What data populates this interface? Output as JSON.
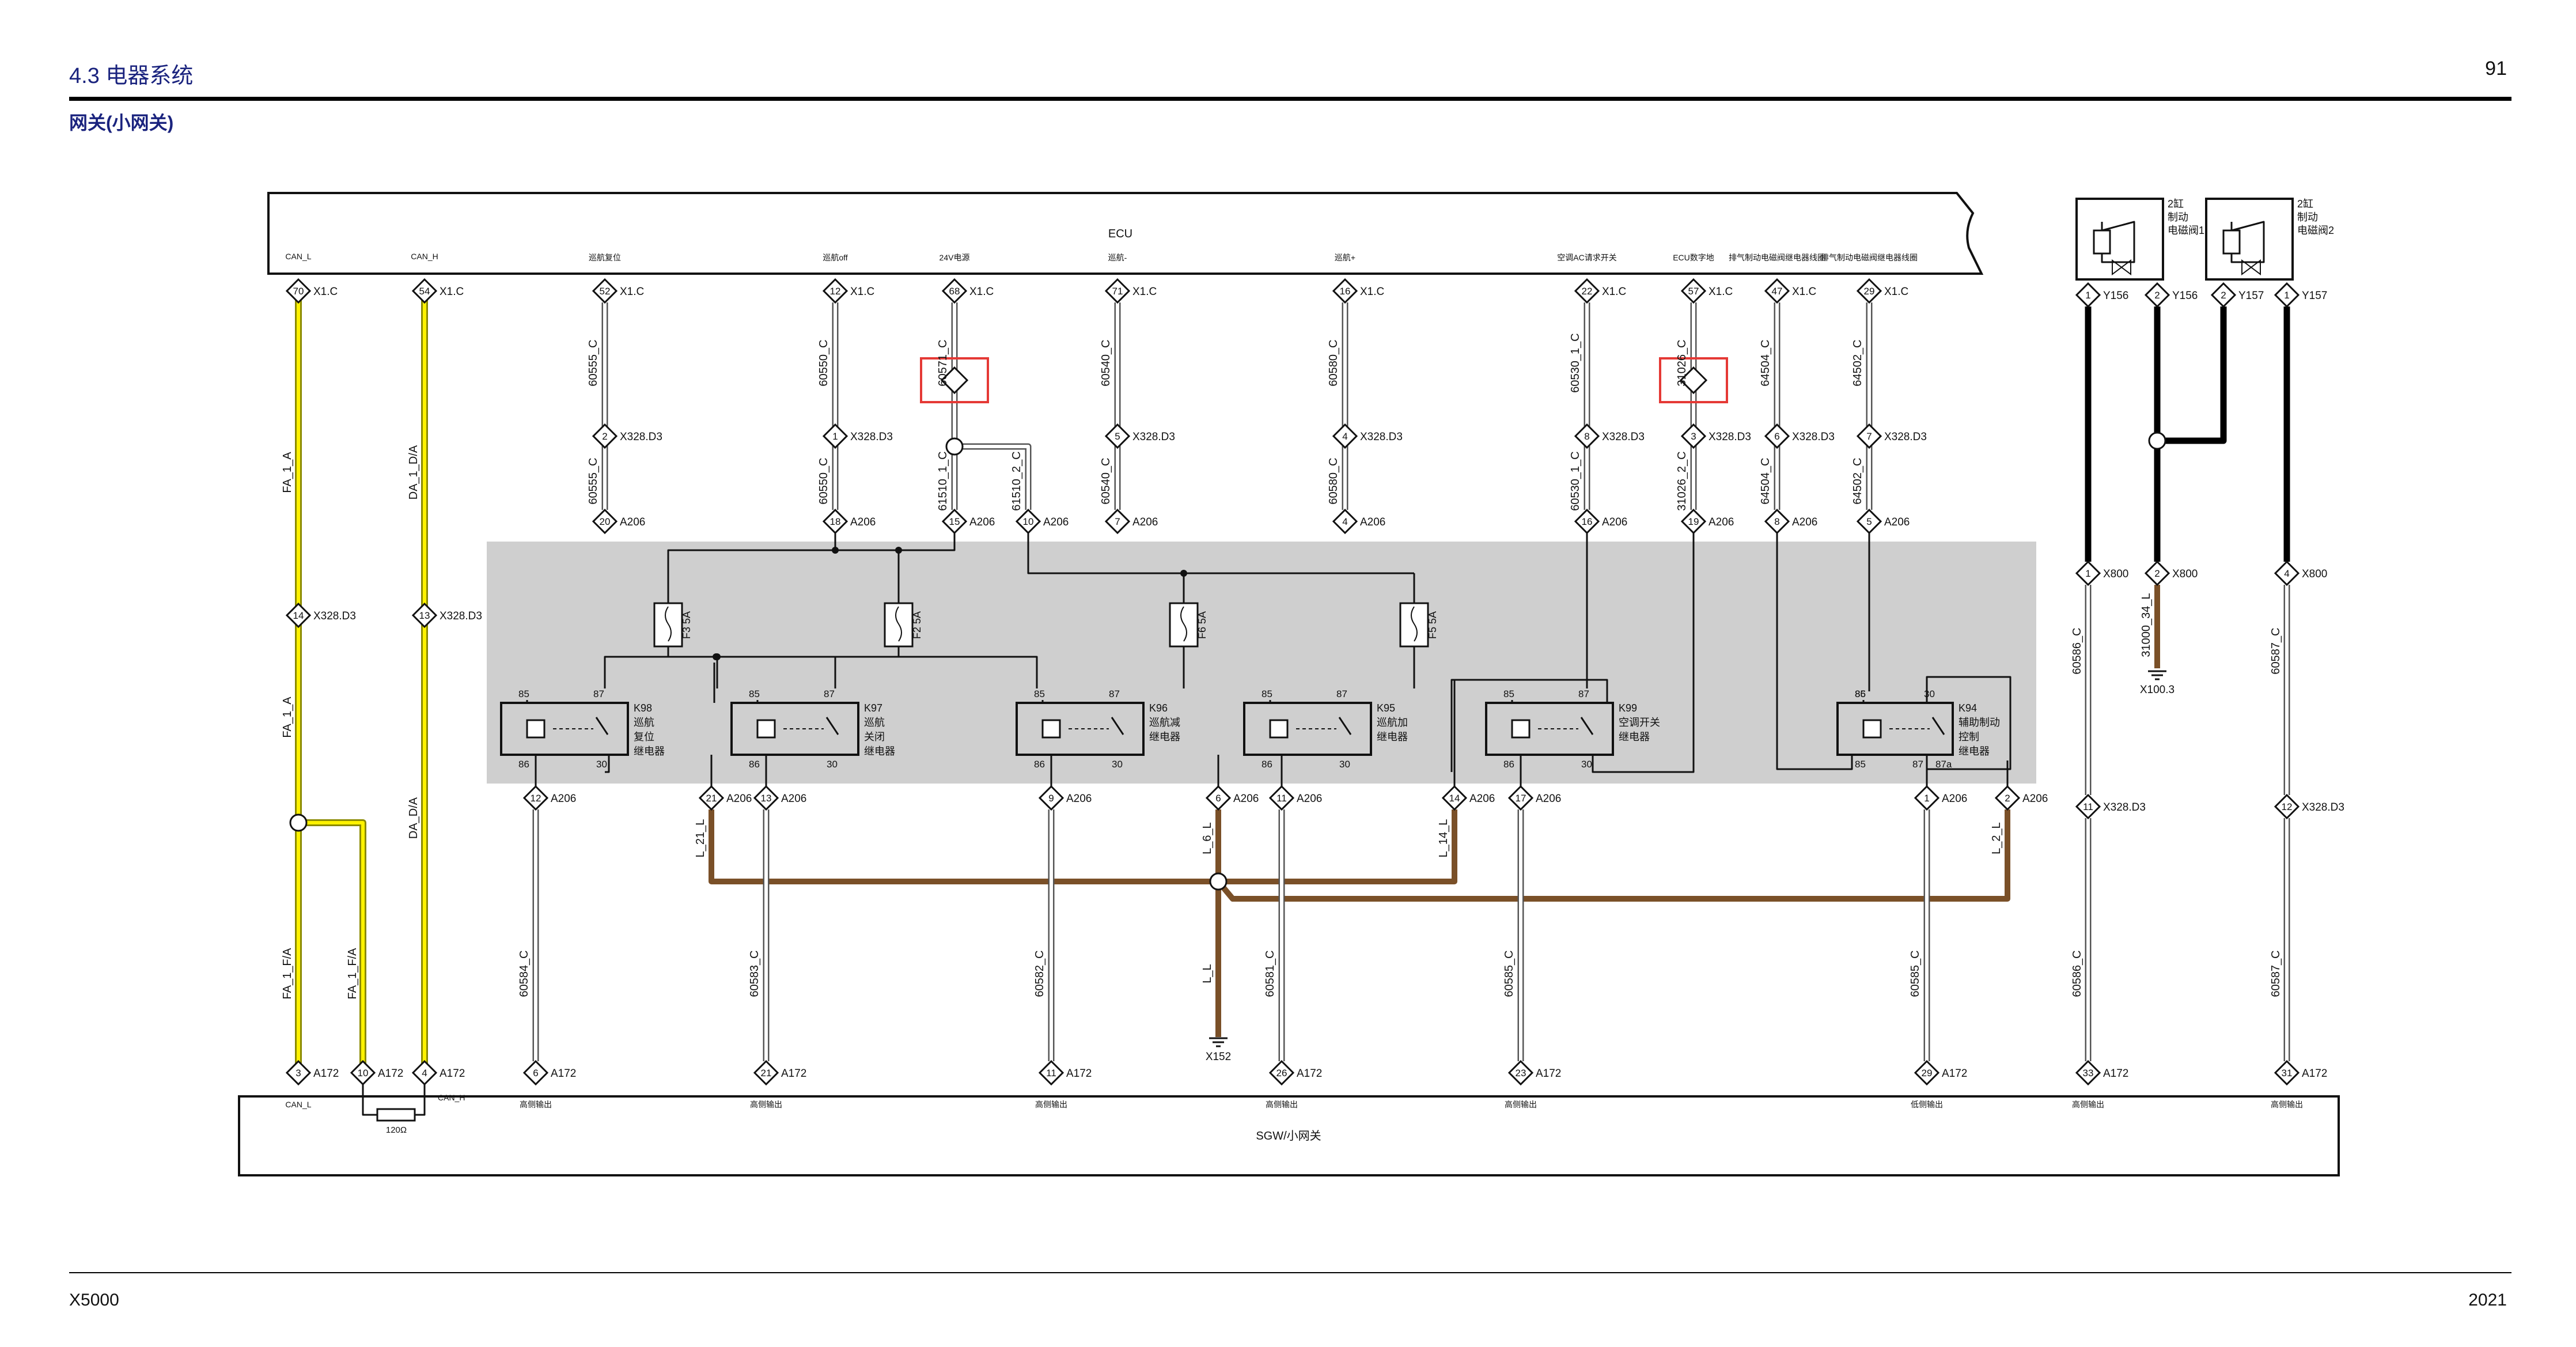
{
  "header": {
    "section": "4.3 电器系统",
    "page": "91",
    "subtitle": "网关(小网关)"
  },
  "footer": {
    "model": "X5000",
    "year": "2021"
  },
  "modules": {
    "ecu": "ECU",
    "sgw": "SGW/小网关",
    "resistor": "120Ω"
  },
  "ecu_pins": [
    {
      "pin": "70",
      "label": "CAN_L",
      "conn": "X1.C"
    },
    {
      "pin": "54",
      "label": "CAN_H",
      "conn": "X1.C"
    },
    {
      "pin": "52",
      "label": "巡航复位",
      "conn": "X1.C"
    },
    {
      "pin": "12",
      "label": "巡航off",
      "conn": "X1.C"
    },
    {
      "pin": "68",
      "label": "24V电源",
      "conn": "X1.C"
    },
    {
      "pin": "71",
      "label": "巡航-",
      "conn": "X1.C"
    },
    {
      "pin": "16",
      "label": "巡航+",
      "conn": "X1.C"
    },
    {
      "pin": "22",
      "label": "空调AC请求开关",
      "conn": "X1.C"
    },
    {
      "pin": "57",
      "label": "ECU数字地",
      "conn": "X1.C"
    },
    {
      "pin": "47",
      "label": "排气制动电磁阀继电器线圈",
      "conn": "X1.C"
    },
    {
      "pin": "29",
      "label": "排气制动电磁阀继电器线圈",
      "conn": "X1.C"
    }
  ],
  "wires_upper": [
    "60555_C",
    "60550_C",
    "60571_C",
    "60540_C",
    "60580_C",
    "60530_1_C",
    "31026_C",
    "64504_C",
    "64502_C"
  ],
  "d3_pins": [
    {
      "pin": "2",
      "conn": "X328.D3"
    },
    {
      "pin": "1",
      "conn": "X328.D3"
    },
    {
      "pin": "5",
      "conn": "X328.D3"
    },
    {
      "pin": "4",
      "conn": "X328.D3"
    },
    {
      "pin": "8",
      "conn": "X328.D3"
    },
    {
      "pin": "3",
      "conn": "X328.D3"
    },
    {
      "pin": "6",
      "conn": "X328.D3"
    },
    {
      "pin": "7",
      "conn": "X328.D3"
    }
  ],
  "wires_mid": [
    "60555_C",
    "60550_C",
    "61510_1_C",
    "61510_2_C",
    "60540_C",
    "60580_C",
    "60530_1_C",
    "31026_2_C",
    "64504_C",
    "64502_C"
  ],
  "a206_top": [
    {
      "pin": "20",
      "conn": "A206"
    },
    {
      "pin": "18",
      "conn": "A206"
    },
    {
      "pin": "15",
      "conn": "A206"
    },
    {
      "pin": "10",
      "conn": "A206"
    },
    {
      "pin": "7",
      "conn": "A206"
    },
    {
      "pin": "4",
      "conn": "A206"
    },
    {
      "pin": "16",
      "conn": "A206"
    },
    {
      "pin": "19",
      "conn": "A206"
    },
    {
      "pin": "8",
      "conn": "A206"
    },
    {
      "pin": "5",
      "conn": "A206"
    }
  ],
  "fuses": [
    {
      "name": "F3",
      "rating": "5A"
    },
    {
      "name": "F2",
      "rating": "5A"
    },
    {
      "name": "F6",
      "rating": "5A"
    },
    {
      "name": "F5",
      "rating": "5A"
    }
  ],
  "relays": [
    {
      "id": "K98",
      "l1": "巡航",
      "l2": "复位",
      "l3": "继电器"
    },
    {
      "id": "K97",
      "l1": "巡航",
      "l2": "关闭",
      "l3": "继电器"
    },
    {
      "id": "K96",
      "l1": "巡航减",
      "l2": "继电器",
      "l3": ""
    },
    {
      "id": "K95",
      "l1": "巡航加",
      "l2": "继电器",
      "l3": ""
    },
    {
      "id": "K99",
      "l1": "空调开关",
      "l2": "继电器",
      "l3": ""
    },
    {
      "id": "K94",
      "l1": "辅助制动",
      "l2": "控制",
      "l3": "继电器"
    }
  ],
  "relay_pins": {
    "p85": "85",
    "p86": "86",
    "p87": "87",
    "p30": "30",
    "p87a": "87a"
  },
  "a206_bottom": [
    {
      "pin": "12",
      "conn": "A206"
    },
    {
      "pin": "21",
      "conn": "A206"
    },
    {
      "pin": "13",
      "conn": "A206"
    },
    {
      "pin": "9",
      "conn": "A206"
    },
    {
      "pin": "6",
      "conn": "A206"
    },
    {
      "pin": "11",
      "conn": "A206"
    },
    {
      "pin": "14",
      "conn": "A206"
    },
    {
      "pin": "17",
      "conn": "A206"
    },
    {
      "pin": "1",
      "conn": "A206"
    },
    {
      "pin": "2",
      "conn": "A206"
    }
  ],
  "ground_wires": {
    "w1": "L_21_L",
    "w2": "L_6_L",
    "w3": "L_14_L",
    "w4": "L_2_L",
    "trunk": "L_L",
    "gnd": "X152"
  },
  "wires_lower": [
    "60584_C",
    "60583_C",
    "60582_C",
    "60581_C",
    "60585_C",
    "60585_C"
  ],
  "can": {
    "fa1": "FA_1_A",
    "x328p1": "14",
    "x328c": "X328.D3",
    "fa2": "FA_1_A",
    "fa3": "FA_1_F/A",
    "fa4": "FA_1_F/A",
    "da1": "DA_1_D/A",
    "x328p2": "13",
    "da2": "DA_D/A"
  },
  "a172": [
    {
      "pin": "3",
      "conn": "A172",
      "note": "CAN_L"
    },
    {
      "pin": "10",
      "conn": "A172",
      "note": ""
    },
    {
      "pin": "4",
      "conn": "A172",
      "note": "CAN_H"
    },
    {
      "pin": "6",
      "conn": "A172",
      "note": "高侧输出"
    },
    {
      "pin": "21",
      "conn": "A172",
      "note": "高侧输出"
    },
    {
      "pin": "11",
      "conn": "A172",
      "note": "高侧输出"
    },
    {
      "pin": "26",
      "conn": "A172",
      "note": "高侧输出"
    },
    {
      "pin": "23",
      "conn": "A172",
      "note": "高侧输出"
    },
    {
      "pin": "29",
      "conn": "A172",
      "note": "低侧输出"
    },
    {
      "pin": "33",
      "conn": "A172",
      "note": "高侧输出"
    },
    {
      "pin": "31",
      "conn": "A172",
      "note": "高侧输出"
    }
  ],
  "valves": [
    {
      "t1": "2缸",
      "t2": "制动",
      "t3": "电磁阀1"
    },
    {
      "t1": "2缸",
      "t2": "制动",
      "t3": "电磁阀2"
    }
  ],
  "valve_pins": [
    {
      "pin": "1",
      "conn": "Y156"
    },
    {
      "pin": "2",
      "conn": "Y156"
    },
    {
      "pin": "2",
      "conn": "Y157"
    },
    {
      "pin": "1",
      "conn": "Y157"
    }
  ],
  "x800": [
    {
      "pin": "1",
      "conn": "X800"
    },
    {
      "pin": "2",
      "conn": "X800"
    },
    {
      "pin": "4",
      "conn": "X800"
    }
  ],
  "right_wires": {
    "w60586": "60586_C",
    "w31000": "31000_34_L",
    "w60587": "60587_C",
    "gnd": "X100.3",
    "x328a": {
      "pin": "11",
      "conn": "X328.D3"
    },
    "x328b": {
      "pin": "12",
      "conn": "X328.D3"
    }
  }
}
